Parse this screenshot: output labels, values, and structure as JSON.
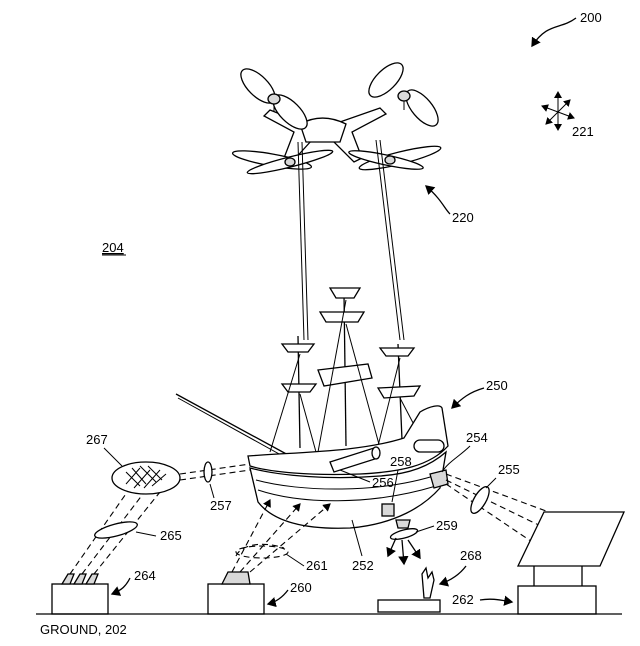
{
  "labels": {
    "figure": "200",
    "background": "204",
    "drone": "220",
    "wind": "221",
    "ship": "250",
    "hull": "252",
    "cannon": "256",
    "projector_right_mount": "254",
    "lens_right": "255",
    "lens_left": "257",
    "projector_bottom": "258",
    "lens_bottom": "259",
    "smoke": "261",
    "projector_ground_left": "264",
    "lens_ground_left": "265",
    "projected_image": "267",
    "device_middle": "260",
    "figure_statue": "268",
    "screen_base": "262",
    "ground": "GROUND, 202"
  }
}
